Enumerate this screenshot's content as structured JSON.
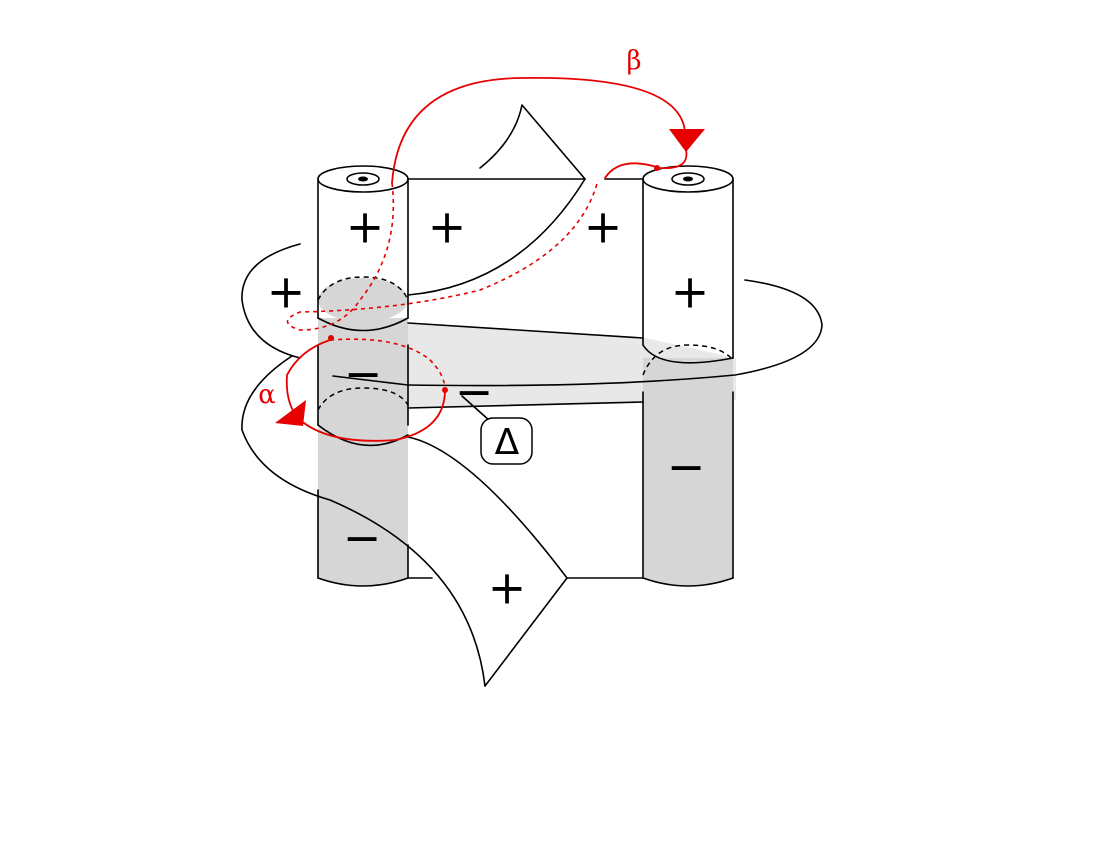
{
  "colors": {
    "curve": "#e60000",
    "negative_region": "#d6d6d6",
    "band": "#e8e8e8",
    "line": "#000000"
  },
  "labels": {
    "beta": "β",
    "alpha": "α",
    "delta": "Δ"
  },
  "signs": {
    "left_cyl_top": "+",
    "top_sheet_left": "+",
    "top_sheet_right": "+",
    "left_outer": "+",
    "right_cyl_upper": "+",
    "left_cyl_mid": "−",
    "band_minus": "−",
    "right_cyl_lower": "−",
    "left_cyl_lower": "−",
    "bottom_sheet": "+"
  }
}
